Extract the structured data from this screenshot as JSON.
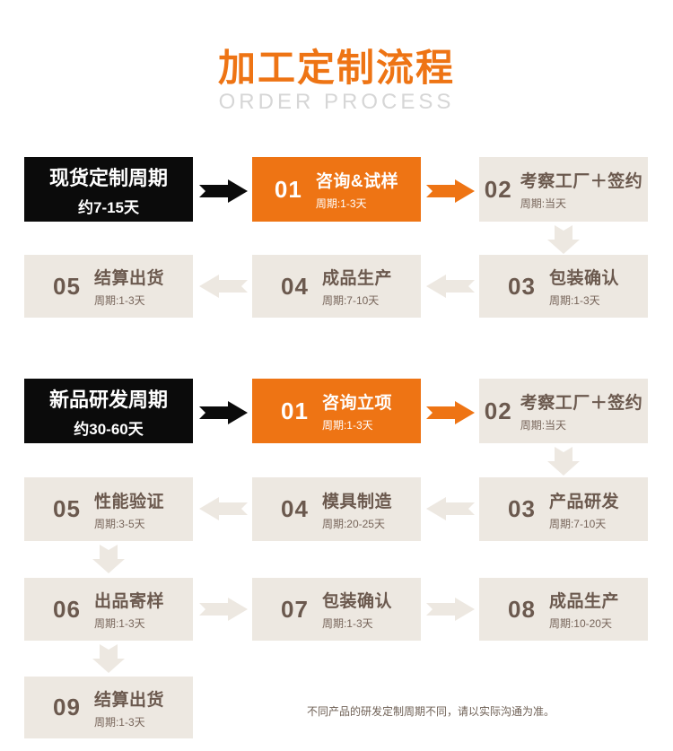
{
  "header": {
    "title": "加工定制流程",
    "subtitle": "ORDER PROCESS"
  },
  "colors": {
    "accent_orange": "#EE7414",
    "header_black": "#0B0B0B",
    "step_beige": "#EDE8E1",
    "step_text_brown": "#6B594E",
    "subtitle_gray": "#D6D6D6"
  },
  "icons": {
    "arrow_right": "block-arrow-right",
    "arrow_left": "block-arrow-left",
    "arrow_down": "block-arrow-down"
  },
  "section_stock": {
    "header": {
      "line1": "现货定制周期",
      "line2": "约7-15天"
    },
    "steps": {
      "s01": {
        "num": "01",
        "title": "咨询&试样",
        "period": "周期:1-3天"
      },
      "s02": {
        "num": "02",
        "title": "考察工厂＋签约",
        "period": "周期:当天"
      },
      "s03": {
        "num": "03",
        "title": "包装确认",
        "period": "周期:1-3天"
      },
      "s04": {
        "num": "04",
        "title": "成品生产",
        "period": "周期:7-10天"
      },
      "s05": {
        "num": "05",
        "title": "结算出货",
        "period": "周期:1-3天"
      }
    }
  },
  "section_rnd": {
    "header": {
      "line1": "新品研发周期",
      "line2": "约30-60天"
    },
    "steps": {
      "s01": {
        "num": "01",
        "title": "咨询立项",
        "period": "周期:1-3天"
      },
      "s02": {
        "num": "02",
        "title": "考察工厂＋签约",
        "period": "周期:当天"
      },
      "s03": {
        "num": "03",
        "title": "产品研发",
        "period": "周期:7-10天"
      },
      "s04": {
        "num": "04",
        "title": "模具制造",
        "period": "周期:20-25天"
      },
      "s05": {
        "num": "05",
        "title": "性能验证",
        "period": "周期:3-5天"
      },
      "s06": {
        "num": "06",
        "title": "出品寄样",
        "period": "周期:1-3天"
      },
      "s07": {
        "num": "07",
        "title": "包装确认",
        "period": "周期:1-3天"
      },
      "s08": {
        "num": "08",
        "title": "成品生产",
        "period": "周期:10-20天"
      },
      "s09": {
        "num": "09",
        "title": "结算出货",
        "period": "周期:1-3天"
      }
    }
  },
  "footnote": "不同产品的研发定制周期不同，请以实际沟通为准。"
}
